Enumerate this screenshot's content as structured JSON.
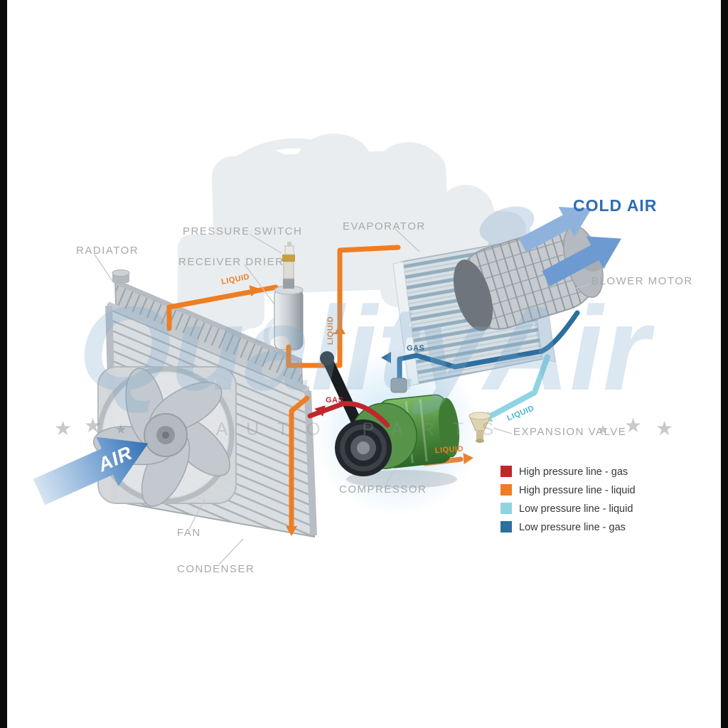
{
  "labels": {
    "radiator": "RADIATOR",
    "pressure_switch": "PRESSURE SWITCH",
    "receiver_drier": "RECEIVER DRIER",
    "evaporator": "EVAPORATOR",
    "cold_air": "COLD AIR",
    "blower_motor": "BLOWER MOTOR",
    "expansion_valve": "EXPANSION VALVE",
    "compressor": "COMPRESSOR",
    "fan": "FAN",
    "condenser": "CONDENSER",
    "air": "AIR"
  },
  "pipe_labels": {
    "liquid_to_drier": "LIQUID",
    "liquid_riser": "LIQUID",
    "liquid_to_valve": "LIQUID",
    "liquid_low": "LIQUID",
    "gas_low": "GAS",
    "gas_high": "GAS"
  },
  "legend": {
    "items": [
      {
        "color": "#c0272d",
        "label": "High pressure line - gas"
      },
      {
        "color": "#ef7d23",
        "label": "High pressure line - liquid"
      },
      {
        "color": "#8ed4e2",
        "label": "Low pressure line - liquid"
      },
      {
        "color": "#2c6e9e",
        "label": "Low pressure line -  gas"
      }
    ]
  },
  "watermark": {
    "brand": "QualityAir",
    "sub": "AUTO PARTS",
    "star": "★"
  }
}
